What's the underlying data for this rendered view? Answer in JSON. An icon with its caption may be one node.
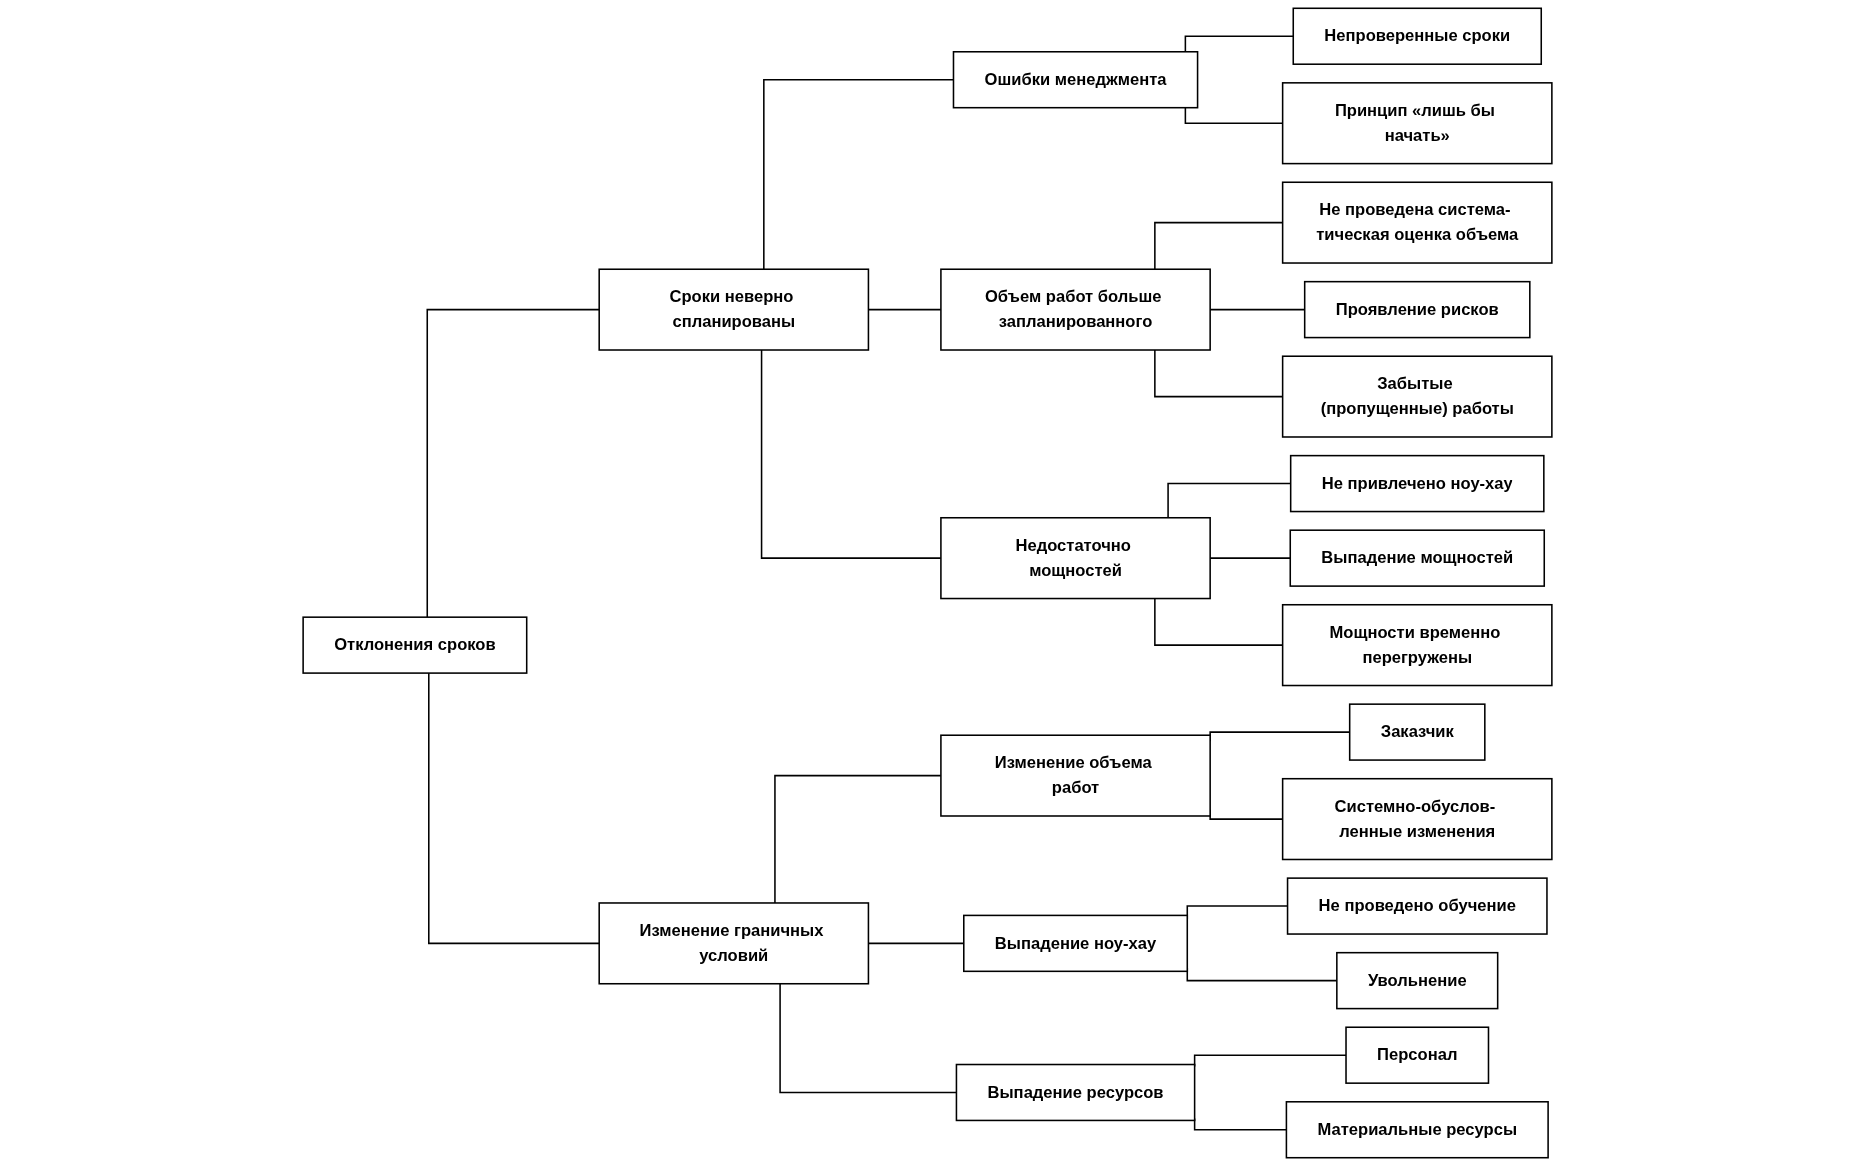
{
  "diagram": {
    "nodes": [
      {
        "text": [
          "Отклонения сроков"
        ]
      },
      {
        "text": [
          "Сроки неверно спланированы"
        ]
      },
      {
        "text": [
          "Изменение граничных условий"
        ]
      },
      {
        "text": [
          "Ошибки менеджмента"
        ]
      },
      {
        "text": [
          "Объем работ больше запланированного"
        ]
      },
      {
        "text": [
          "Недостаточно мощностей"
        ]
      },
      {
        "text": [
          "Изменение объема работ"
        ]
      },
      {
        "text": [
          "Выпадение ноу-хау"
        ]
      },
      {
        "text": [
          "Выпадение ресурсов"
        ]
      },
      {
        "text": [
          "Непроверенные сроки"
        ]
      },
      {
        "text": [
          "Принцип «лишь бы начать»"
        ]
      },
      {
        "text": [
          "Не проведена система- тическая оценка объема"
        ]
      },
      {
        "text": [
          "Проявление рисков"
        ]
      },
      {
        "text": [
          "Забытые (пропущенные) работы"
        ]
      },
      {
        "text": [
          "Не привлечено ноу-хау"
        ]
      },
      {
        "text": [
          "Выпадение мощностей"
        ]
      },
      {
        "text": [
          "Мощности временно перегружены"
        ]
      },
      {
        "text": [
          "Заказчик"
        ]
      },
      {
        "text": [
          "Системно-обуслов- ленные изменения"
        ]
      },
      {
        "text": [
          "Не проведено обучение"
        ]
      },
      {
        "text": [
          "Увольнение"
        ]
      },
      {
        "text": [
          "Персонал"
        ]
      },
      {
        "text": [
          "Материальные ресурсы"
        ]
      }
    ],
    "edges": [
      {
        "from": 0,
        "to": 1,
        "arrow": "none"
      },
      {
        "from": 0,
        "to": 2,
        "arrow": "none"
      },
      {
        "from": 1,
        "to": 3,
        "arrow": "none"
      },
      {
        "from": 1,
        "to": 4,
        "arrow": "none"
      },
      {
        "from": 1,
        "to": 5,
        "arrow": "none"
      },
      {
        "from": 2,
        "to": 6,
        "arrow": "none"
      },
      {
        "from": 2,
        "to": 7,
        "arrow": "none"
      },
      {
        "from": 2,
        "to": 8,
        "arrow": "none"
      },
      {
        "from": 3,
        "to": 9,
        "arrow": "none"
      },
      {
        "from": 3,
        "to": 10,
        "arrow": "none"
      },
      {
        "from": 4,
        "to": 11,
        "arrow": "none"
      },
      {
        "from": 4,
        "to": 12,
        "arrow": "none"
      },
      {
        "from": 4,
        "to": 13,
        "arrow": "none"
      },
      {
        "from": 5,
        "to": 14,
        "arrow": "none"
      },
      {
        "from": 5,
        "to": 15,
        "arrow": "none"
      },
      {
        "from": 5,
        "to": 16,
        "arrow": "none"
      },
      {
        "from": 6,
        "to": 17,
        "arrow": "none"
      },
      {
        "from": 6,
        "to": 18,
        "arrow": "none"
      },
      {
        "from": 7,
        "to": 19,
        "arrow": "none"
      },
      {
        "from": 7,
        "to": 20,
        "arrow": "none"
      },
      {
        "from": 8,
        "to": 21,
        "arrow": "none"
      },
      {
        "from": 8,
        "to": 22,
        "arrow": "none"
      }
    ]
  }
}
